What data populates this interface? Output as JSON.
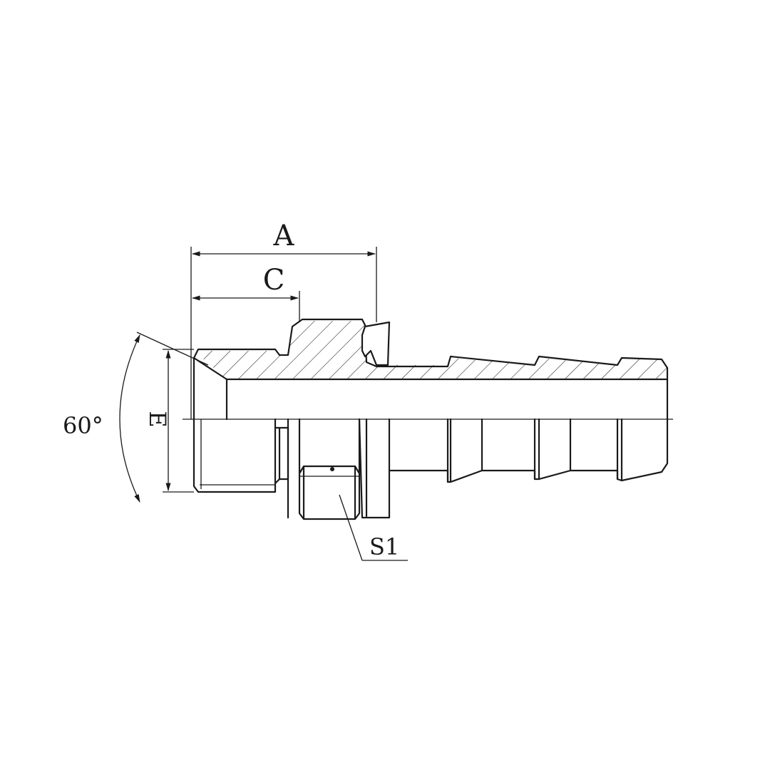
{
  "labels": {
    "dim_a": "A",
    "dim_c": "C",
    "dim_e": "E",
    "angle": "60°",
    "wrench_size": "S1"
  },
  "colors": {
    "line": "#1a1a1a",
    "background": "#ffffff"
  }
}
